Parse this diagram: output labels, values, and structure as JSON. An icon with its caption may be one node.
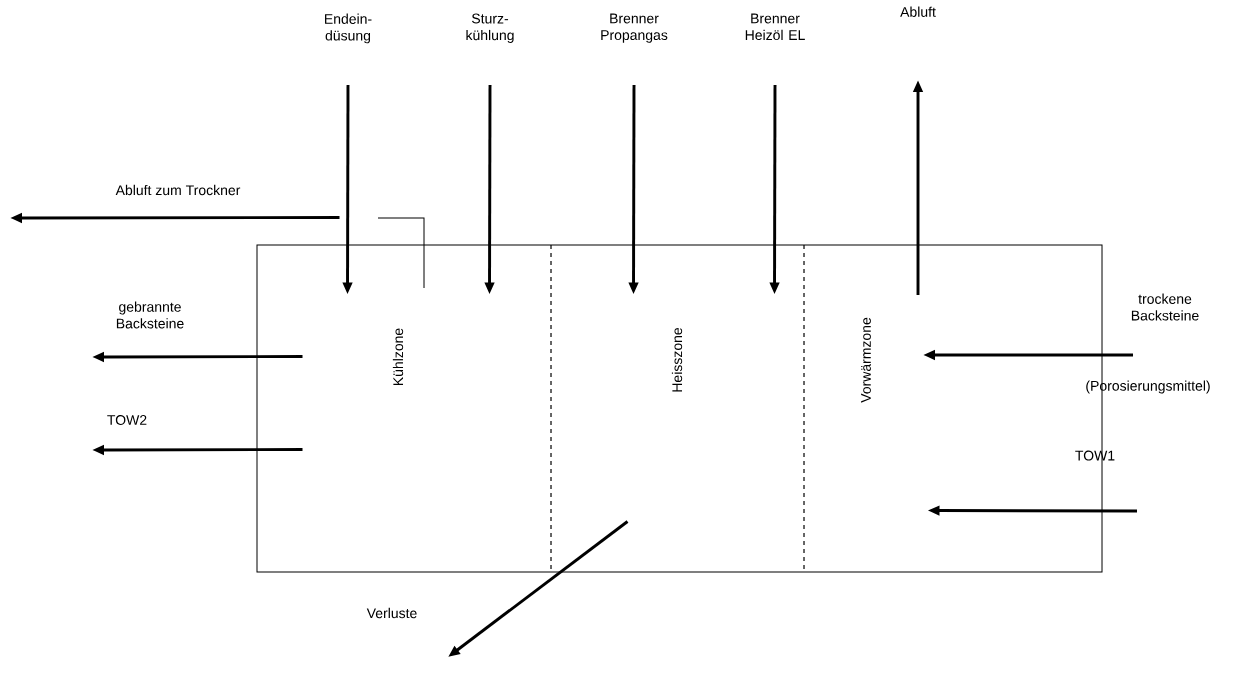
{
  "diagram": {
    "nodes": [
      {
        "text": [],
        "shape": "box"
      },
      {
        "text": [
          "Kühlzone"
        ],
        "in": 0
      },
      {
        "text": [
          "Heisszone"
        ],
        "in": 0
      },
      {
        "text": [
          "Vorwärmzone"
        ],
        "in": 0
      },
      {
        "text": [
          "Endein- düsung"
        ]
      },
      {
        "text": [
          "Sturz- kühlung"
        ]
      },
      {
        "text": [
          "Brenner Propangas"
        ]
      },
      {
        "text": [
          "Brenner Heizöl EL"
        ]
      },
      {
        "text": [
          "Abluft"
        ]
      },
      {
        "text": [
          "trockene Backsteine"
        ]
      },
      {
        "text": [
          "TOW1"
        ]
      }
    ],
    "edges": [
      {
        "from": 4,
        "to": 0,
        "arrow": "to"
      },
      {
        "from": 5,
        "to": 0,
        "arrow": "to"
      },
      {
        "from": 6,
        "to": 0,
        "arrow": "to"
      },
      {
        "from": 7,
        "to": 0,
        "arrow": "to"
      },
      {
        "from": 3,
        "to": 8,
        "arrow": "to"
      },
      {
        "from": 0,
        "to": null,
        "arrow": "to",
        "label": "Abluft zum Trockner"
      },
      {
        "from": 0,
        "to": null,
        "arrow": "to",
        "label": "gebrannte Backsteine"
      },
      {
        "from": 0,
        "to": null,
        "arrow": "to",
        "label": "TOW2"
      },
      {
        "from": 9,
        "to": 3,
        "arrow": "to"
      },
      {
        "from": 10,
        "to": 0,
        "arrow": "to"
      },
      {
        "from": 0,
        "to": null,
        "arrow": "to",
        "label": "Verluste"
      }
    ],
    "labels": [
      "(Porosierungsmittel)"
    ]
  }
}
